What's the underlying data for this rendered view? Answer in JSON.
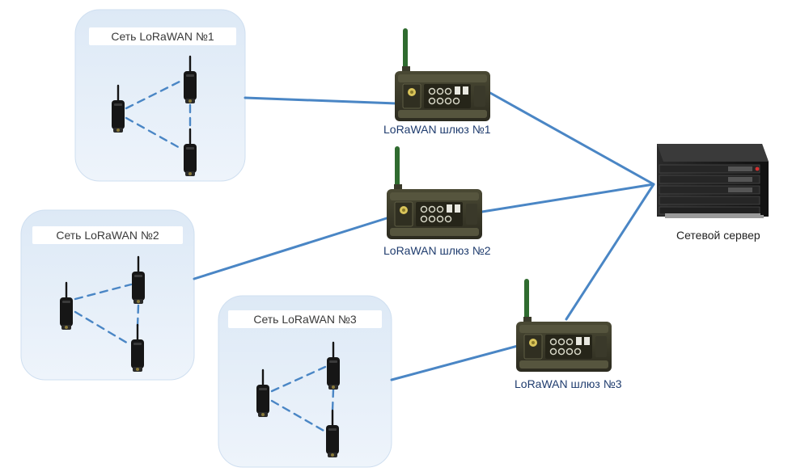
{
  "networks": [
    {
      "id": "net1",
      "title": "Сеть LoRaWAN №1"
    },
    {
      "id": "net2",
      "title": "Сеть LoRaWAN №2"
    },
    {
      "id": "net3",
      "title": "Сеть LoRaWAN №3"
    }
  ],
  "gateways": [
    {
      "id": "gw1",
      "label": "LoRaWAN шлюз №1"
    },
    {
      "id": "gw2",
      "label": "LoRaWAN шлюз №2"
    },
    {
      "id": "gw3",
      "label": "LoRaWAN шлюз №3"
    }
  ],
  "server": {
    "label": "Сетевой сервер"
  },
  "colors": {
    "link": "#4a86c5",
    "cluster_fill": "#e3edf8",
    "cluster_stroke": "#c9dbef",
    "device": "#141414",
    "gateway_body": "#3b3a2a",
    "antenna": "#2f6b2f",
    "server_body": "#1b1b1b",
    "server_accent": "#d43030"
  }
}
